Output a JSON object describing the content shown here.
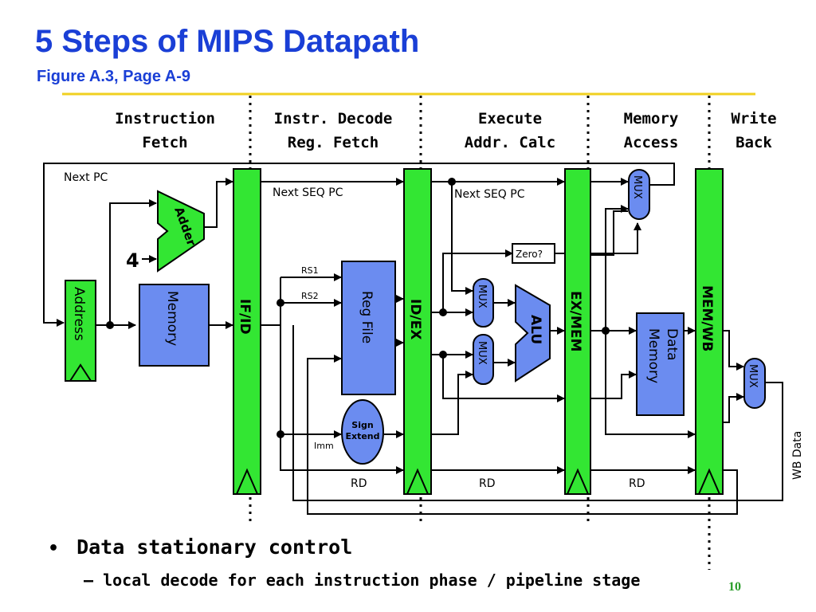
{
  "title": "5 Steps of MIPS Datapath",
  "subtitle": "Figure A.3, Page A-9",
  "stages": {
    "fetch": [
      "Instruction",
      "Fetch"
    ],
    "decode": [
      "Instr. Decode",
      "Reg. Fetch"
    ],
    "execute": [
      "Execute",
      "Addr. Calc"
    ],
    "memory": [
      "Memory",
      "Access"
    ],
    "writeback": [
      "Write",
      "Back"
    ]
  },
  "pipeline_registers": [
    "IF/ID",
    "ID/EX",
    "EX/MEM",
    "MEM/WB"
  ],
  "blocks": {
    "address": "Address",
    "adder": "Adder",
    "const4": "4",
    "imem": "Memory",
    "regfile": "Reg File",
    "sign_extend": [
      "Sign",
      "Extend"
    ],
    "alu": "ALU",
    "zero": "Zero?",
    "dmem": [
      "Data",
      "Memory"
    ],
    "mux": "MUX"
  },
  "signals": {
    "next_pc": "Next PC",
    "next_seq_pc": "Next SEQ PC",
    "rs1": "RS1",
    "rs2": "RS2",
    "imm": "Imm",
    "rd": "RD",
    "wb_data": "WB Data"
  },
  "bullet": "Data stationary control",
  "sub_bullet": "– local decode for each instruction phase / pipeline stage",
  "page_number": "10",
  "colors": {
    "title": "#1a3fd6",
    "green": "#33e633",
    "blue": "#6b8cf0",
    "rule": "#f0d020"
  }
}
